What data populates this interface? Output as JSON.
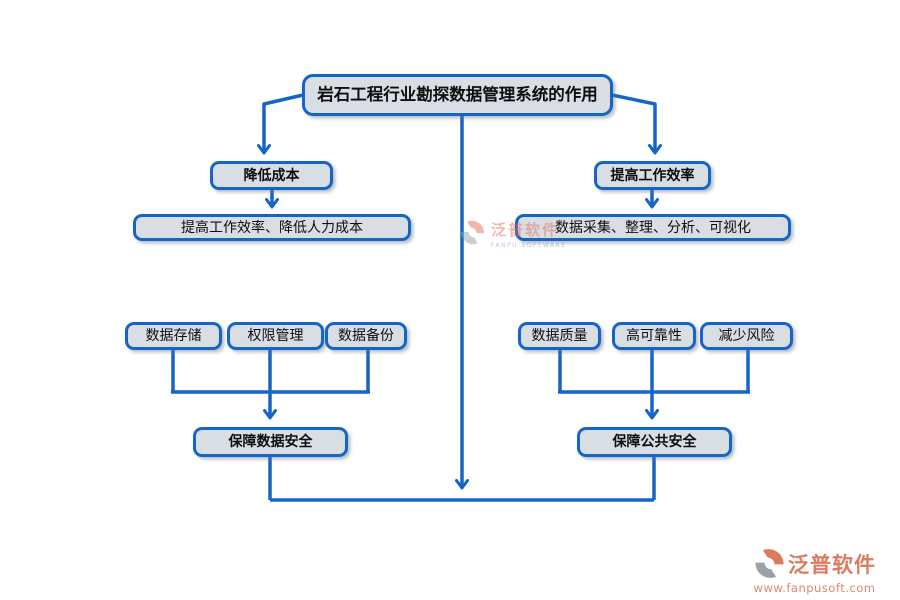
{
  "diagram": {
    "title": "岩石工程行业勘探数据管理系统的作用",
    "cost_branch": {
      "header": "降低成本",
      "detail": "提高工作效率、降低人力成本"
    },
    "efficiency_branch": {
      "header": "提高工作效率",
      "detail": "数据采集、整理、分析、可视化"
    },
    "data_security_group": {
      "items": [
        "数据存储",
        "权限管理",
        "数据备份"
      ],
      "result": "保障数据安全"
    },
    "public_safety_group": {
      "items": [
        "数据质量",
        "高可靠性",
        "减少风险"
      ],
      "result": "保障公共安全"
    }
  },
  "watermark": {
    "brand": "泛普软件",
    "caption": "FANPU SOFTWARE"
  },
  "footer_logo": {
    "brand": "泛普软件",
    "website": "www.fanpusoft.com"
  },
  "colors": {
    "connector_blue": "#1565c8",
    "node_fill": "#d9dde4",
    "node_border": "#1565c8",
    "brand_coral": "#db7c5f",
    "brand_gray": "#99a1ab"
  }
}
